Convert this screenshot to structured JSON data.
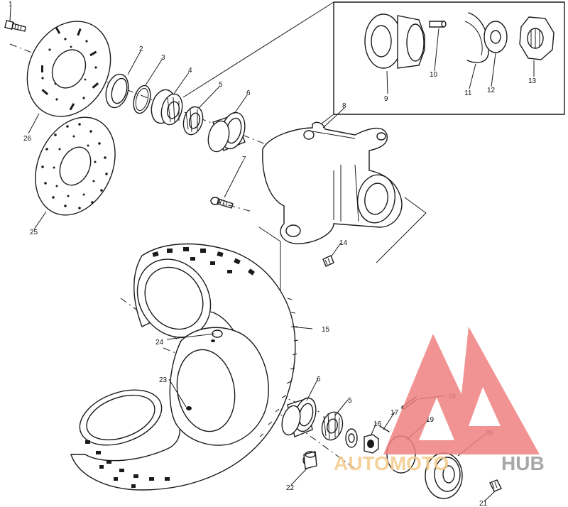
{
  "callouts": [
    {
      "id": "1",
      "text": "1"
    },
    {
      "id": "2",
      "text": "2"
    },
    {
      "id": "3",
      "text": "3"
    },
    {
      "id": "4",
      "text": "4"
    },
    {
      "id": "5",
      "text": "5"
    },
    {
      "id": "6",
      "text": "6"
    },
    {
      "id": "7",
      "text": "7"
    },
    {
      "id": "8",
      "text": "8"
    },
    {
      "id": "9",
      "text": "9"
    },
    {
      "id": "10",
      "text": "10"
    },
    {
      "id": "11",
      "text": "11"
    },
    {
      "id": "12",
      "text": "12"
    },
    {
      "id": "13",
      "text": "13"
    },
    {
      "id": "14",
      "text": "14"
    },
    {
      "id": "15",
      "text": "15"
    },
    {
      "id": "5b",
      "text": "5"
    },
    {
      "id": "6b",
      "text": "6"
    },
    {
      "id": "16",
      "text": "16"
    },
    {
      "id": "17",
      "text": "17"
    },
    {
      "id": "18",
      "text": "18"
    },
    {
      "id": "19",
      "text": "19"
    },
    {
      "id": "20",
      "text": "20"
    },
    {
      "id": "21",
      "text": "21"
    },
    {
      "id": "22",
      "text": "22"
    },
    {
      "id": "23",
      "text": "23"
    },
    {
      "id": "24",
      "text": "24"
    },
    {
      "id": "25",
      "text": "25"
    },
    {
      "id": "26",
      "text": "26"
    }
  ],
  "watermark": {
    "word_left": "AUTOMOTO",
    "word_right": "HUB",
    "colors": {
      "logo": "#f08080",
      "left": "#f5c98a",
      "right": "#9a9a9a"
    }
  }
}
